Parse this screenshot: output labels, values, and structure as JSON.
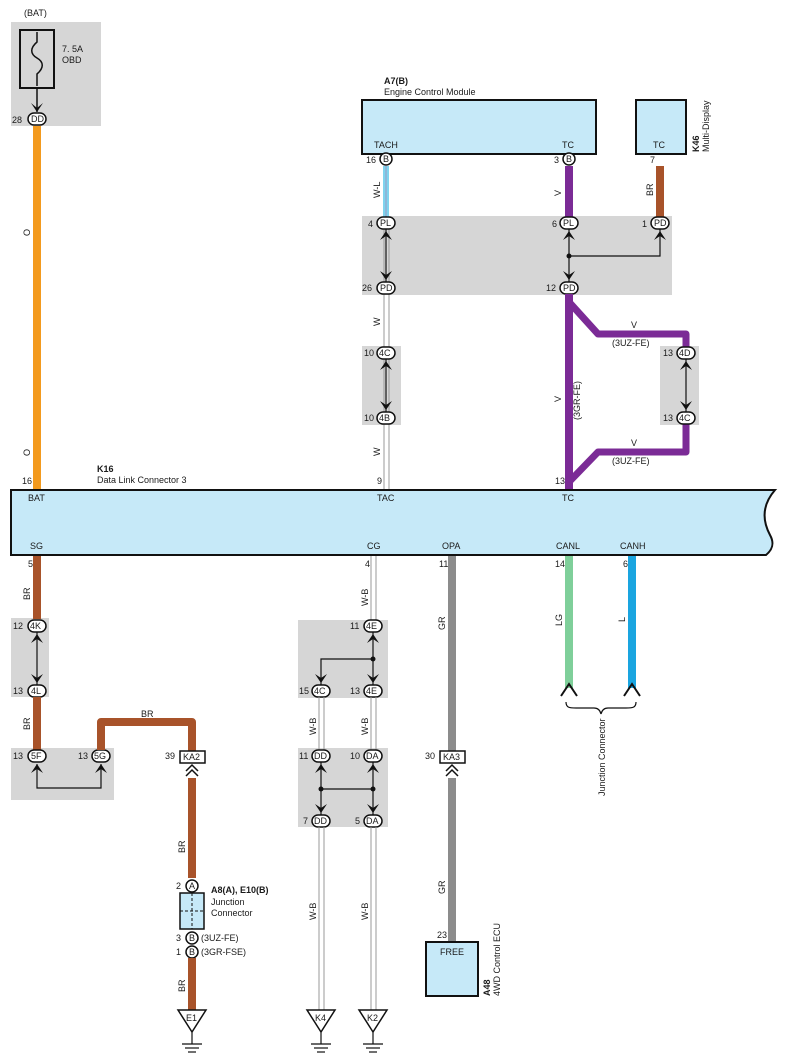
{
  "top": {
    "bat_label": "(BAT)",
    "fuse_amp": "7. 5A",
    "fuse_name": "OBD",
    "fuse_pin": "28",
    "fuse_conn": "DD",
    "wire_color_orange": "O"
  },
  "ecm": {
    "code": "A7(B)",
    "name": "Engine Control Module",
    "tach_label": "TACH",
    "tc_label": "TC",
    "tach_pin": "16",
    "tach_conn": "B",
    "tc_pin": "3",
    "tc_conn": "B"
  },
  "multi": {
    "code": "K46",
    "name": "Multi-Display",
    "tc_label": "TC",
    "pin": "7"
  },
  "wires": {
    "w_l": "W-L",
    "v": "V",
    "br": "BR",
    "w": "W",
    "w_b": "W-B",
    "gr": "GR",
    "lg": "LG",
    "l": "L",
    "uz": "(3UZ-FE)",
    "gr_fe": "(3GR-FE)"
  },
  "upper_jb": {
    "pin_pl1": "4",
    "conn_pl1": "PL",
    "pin_pl2": "6",
    "conn_pl2": "PL",
    "pin_pd1": "1",
    "conn_pd1": "PD",
    "pin_pd2": "26",
    "conn_pd2": "PD",
    "pin_pd3": "12",
    "conn_pd3": "PD"
  },
  "mid_jb": {
    "pin_4c": "10",
    "conn_4c": "4C",
    "pin_4b": "10",
    "conn_4b": "4B"
  },
  "right_jb": {
    "pin_4d": "13",
    "conn_4d": "4D",
    "pin_4c": "13",
    "conn_4c": "4C"
  },
  "dlc": {
    "code": "K16",
    "name": "Data Link Connector 3",
    "pin_bat": "16",
    "lbl_bat": "BAT",
    "pin_tac": "9",
    "lbl_tac": "TAC",
    "pin_tc": "13",
    "lbl_tc": "TC",
    "pin_sg": "5",
    "lbl_sg": "SG",
    "pin_cg": "4",
    "lbl_cg": "CG",
    "pin_opa": "11",
    "lbl_opa": "OPA",
    "pin_canl": "14",
    "lbl_canl": "CANL",
    "pin_canh": "6",
    "lbl_canh": "CANH"
  },
  "left_jb": {
    "p_4k": "12",
    "c_4k": "4K",
    "p_4l": "13",
    "c_4l": "4L",
    "p_5f": "13",
    "c_5f": "5F",
    "p_5g": "13",
    "c_5g": "5G",
    "p_ka2": "39",
    "c_ka2": "KA2"
  },
  "jc_a8": {
    "code": "A8(A), E10(B)",
    "name1": "Junction",
    "name2": "Connector",
    "pin_a": "2",
    "conn_a": "A",
    "pin_b1": "3",
    "conn_b1": "B",
    "note_b1": "(3UZ-FE)",
    "pin_b2": "1",
    "conn_b2": "B",
    "note_b2": "(3GR-FSE)",
    "ground": "E1"
  },
  "cg_jb": {
    "p_4e1": "11",
    "c_4e1": "4E",
    "p_4c": "15",
    "c_4c": "4C",
    "p_4e2": "13",
    "c_4e2": "4E",
    "p_dd1": "11",
    "c_dd1": "DD",
    "p_da1": "10",
    "c_da1": "DA",
    "p_dd2": "7",
    "c_dd2": "DD",
    "p_da2": "5",
    "c_da2": "DA",
    "ground_k4": "K4",
    "ground_k2": "K2"
  },
  "opa": {
    "p_ka3": "30",
    "c_ka3": "KA3",
    "ecu_pin": "23",
    "ecu_box": "FREE",
    "ecu_code": "A48",
    "ecu_name": "4WD Control ECU"
  },
  "can": {
    "jc_name": "Junction Connector"
  }
}
